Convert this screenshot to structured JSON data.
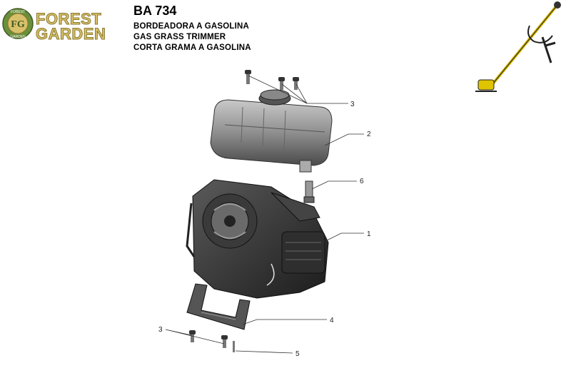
{
  "brand": {
    "badge_letters": "FG",
    "badge_ring_top": "FOREST",
    "badge_ring_bottom": "GARDEN",
    "line1": "FOREST",
    "line2": "GARDEN",
    "colors": {
      "gold": "#d9c06a",
      "green": "#6b8f3a",
      "outline": "#8a7a30"
    }
  },
  "product": {
    "model": "BA 734",
    "names": [
      "BORDEADORA A GASOLINA",
      "GAS GRASS TRIMMER",
      "CORTA GRAMA A GASOLINA"
    ]
  },
  "callouts": {
    "c3_top": "3",
    "c2": "2",
    "c6": "6",
    "c1": "1",
    "c4": "4",
    "c3_bottom": "3",
    "c5": "5"
  },
  "icons": [
    "grass-trimmer-illustration",
    "engine-assembly",
    "fuel-tank",
    "screw",
    "bracket"
  ]
}
